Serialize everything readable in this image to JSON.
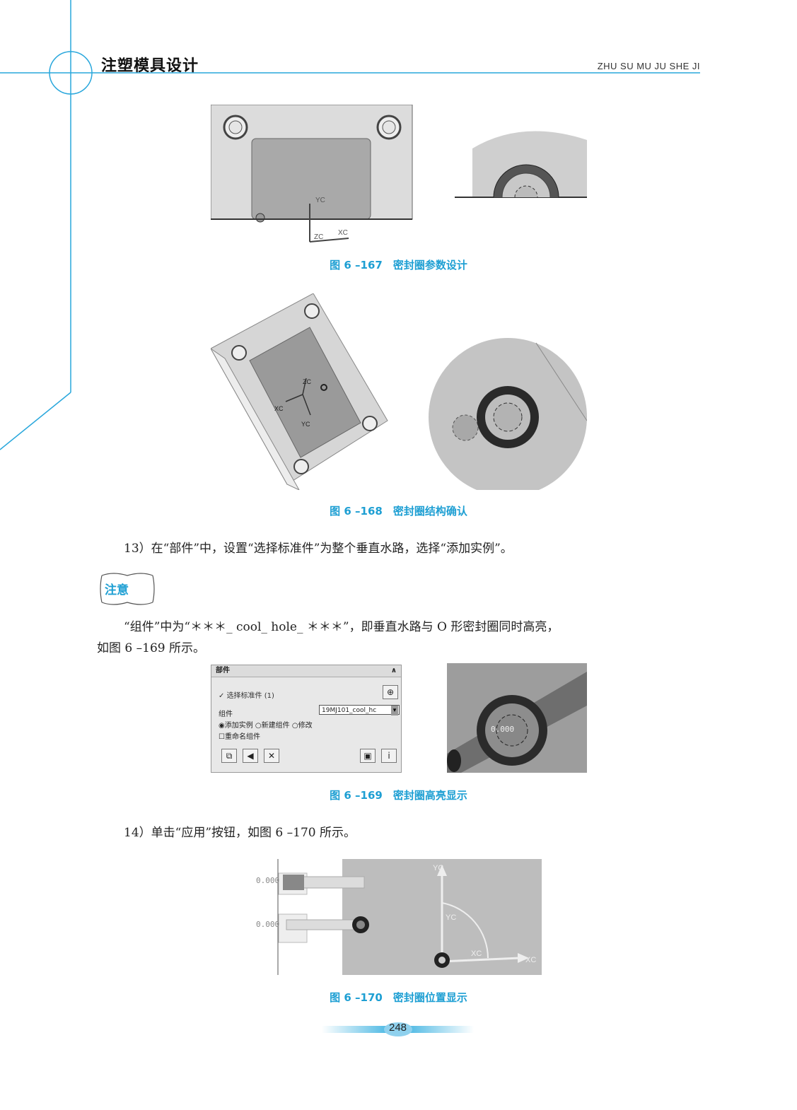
{
  "header": {
    "title": "注塑模具设计",
    "pinyin": "ZHU SU MU JU SHE JI"
  },
  "figures": {
    "f167": {
      "caption": "图 6 –167　密封圈参数设计",
      "axis_yc": "YC",
      "axis_zc": "ZC",
      "axis_xc": "XC"
    },
    "f168": {
      "caption": "图 6 –168　密封圈结构确认",
      "axis_zc": "ZC",
      "axis_xc": "XC",
      "axis_yc": "YC"
    },
    "f169": {
      "caption": "图 6 –169　密封圈高亮显示",
      "dialog": {
        "title": "部件",
        "select_std": "选择标准件 (1)",
        "component_label": "组件",
        "component_value": "19MJ101_cool_hc",
        "radio_add": "添加实例",
        "radio_new": "新建组件",
        "radio_modify": "修改",
        "rename_checkbox": "重命名组件"
      },
      "overlay": "0.000"
    },
    "f170": {
      "caption": "图 6 –170　密封圈位置显示",
      "val1": "0.000",
      "val2": "0.000",
      "axis_yc": "YC",
      "axis_yc2": "YC",
      "axis_xc": "XC",
      "axis_xc2": "XC"
    }
  },
  "body": {
    "step13": "13）在“部件”中，设置“选择标准件”为整个垂直水路，选择“添加实例”。",
    "note_label": "注意",
    "note_line1": "“组件”中为“＊＊＊_ cool_ hole_ ＊＊＊”，即垂直水路与 O 形密封圈同时高亮，",
    "note_line2": "如图 6 –169 所示。",
    "step14": "14）单击“应用”按钮，如图 6 –170 所示。"
  },
  "page_number": "248",
  "colors": {
    "accent": "#1e9fd3"
  }
}
